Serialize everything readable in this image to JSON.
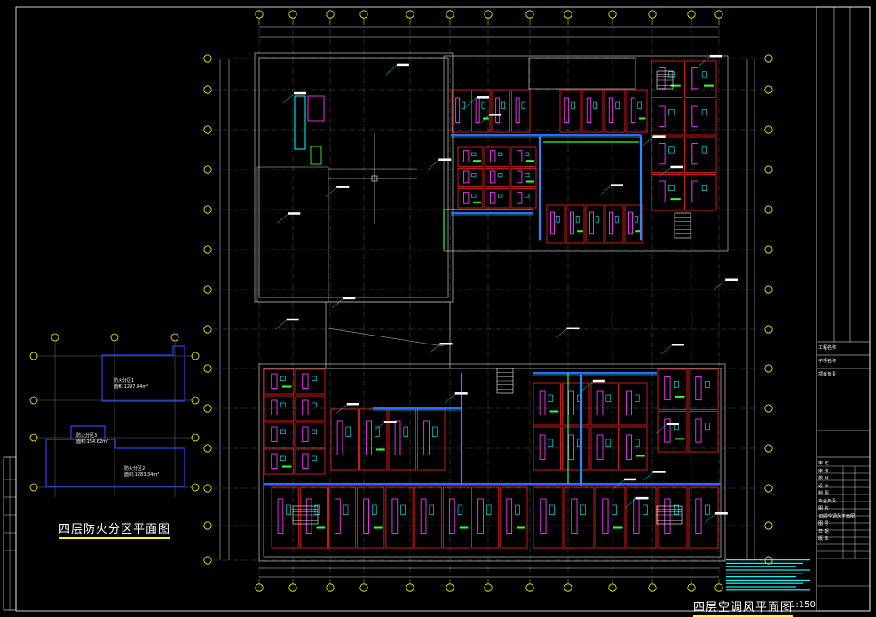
{
  "drawing": {
    "main_title": "四层空调风平面图",
    "main_scale": "1:150",
    "side_title": "四层防火分区平面图"
  },
  "fire_zones": [
    {
      "id": "zone-1",
      "line1": "防火分区1",
      "line2": "面积:1297.84m²"
    },
    {
      "id": "zone-2",
      "line1": "防火分区3",
      "line2": "面积:154.62m²"
    },
    {
      "id": "zone-3",
      "line1": "防火分区2",
      "line2": "面积:1283.34m²"
    }
  ],
  "colors": {
    "background": "#000000",
    "grid": "#ffffff",
    "wall": "#aaaaaa",
    "axis_bubble": "#ffff00",
    "duct_red": "#ff2020",
    "duct_magenta": "#ff33ff",
    "duct_blue": "#3366ff",
    "duct_cyan": "#00ffff",
    "duct_green": "#33ff33",
    "zone_boundary": "#2244ff"
  },
  "title_block": {
    "rows": [
      "工程名称",
      "子项名称",
      "项目负责",
      "审 定",
      "审 核",
      "校 对",
      "设 计",
      "制 图",
      "专业负责",
      "图 名",
      "四层空调风平面图",
      "图 号",
      "日 期",
      "版 本"
    ]
  }
}
